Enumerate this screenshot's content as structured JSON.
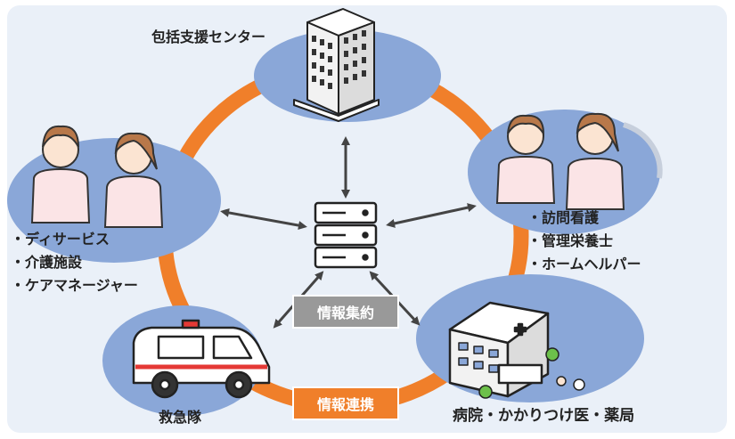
{
  "colors": {
    "background": "#eaf0f8",
    "ring": "#f07f2a",
    "blob": "#8aa7d8",
    "arrow": "#444444",
    "collect_box": "#999999",
    "link_box": "#f07f2a"
  },
  "nodes": {
    "center_label": "包括支援センター",
    "care_items": [
      "・ディサービス",
      "・介護施設",
      "・ケアマネージャー"
    ],
    "nursing_items": [
      "・訪問看護",
      "・管理栄養士",
      "・ホームヘルパー"
    ],
    "ambulance_label": "救急隊",
    "hospital_label": "病院・かかりつけ医・薬局"
  },
  "badges": {
    "collect": "情報集約",
    "link": "情報連携"
  },
  "icons": [
    "office-building-icon",
    "server-icon",
    "ambulance-icon",
    "hospital-icon",
    "nurse-icon"
  ]
}
